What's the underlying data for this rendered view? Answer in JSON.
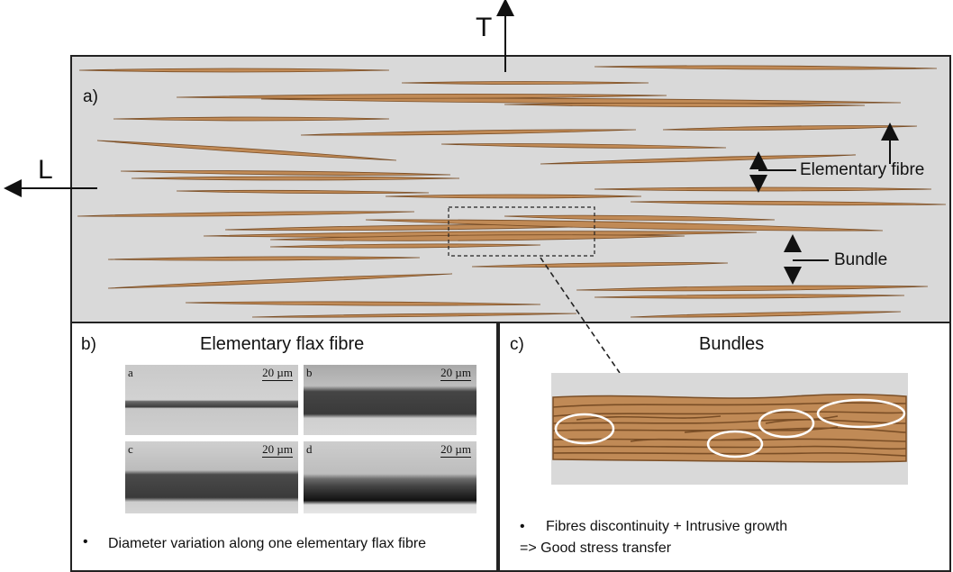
{
  "axes": {
    "transverse": "T",
    "longitudinal": "L"
  },
  "panel_a": {
    "label": "a)",
    "callouts": {
      "elementary_fibre": "Elementary fibre",
      "bundle": "Bundle"
    }
  },
  "panel_b": {
    "label": "b)",
    "title": "Elementary flax fibre",
    "micrographs": [
      {
        "letter": "a",
        "scale": "20 µm"
      },
      {
        "letter": "b",
        "scale": "20 µm"
      },
      {
        "letter": "c",
        "scale": "20 µm"
      },
      {
        "letter": "d",
        "scale": "20 µm"
      }
    ],
    "bullet": "•",
    "note": "Diameter variation along one elementary flax fibre"
  },
  "panel_c": {
    "label": "c)",
    "title": "Bundles",
    "bullet": "•",
    "note_line1": "Fibres discontinuity + Intrusive growth",
    "note_line2": "=> Good stress transfer"
  },
  "colors": {
    "fibre_fill": "#c08a56",
    "fibre_edge": "#7a4e26",
    "panel_background": "#d9d9d9",
    "outline": "#222222",
    "highlight_ellipse": "#ffffff"
  }
}
